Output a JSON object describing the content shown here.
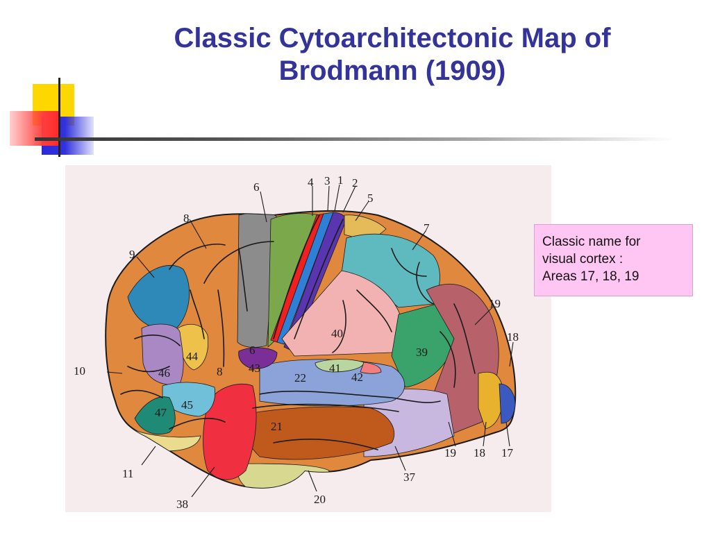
{
  "title": {
    "line1": "Classic Cytoarchitectonic Map of",
    "line2": "Brodmann (1909)"
  },
  "callout": {
    "line1": "Classic name for",
    "line2": "visual cortex :",
    "line3": "Areas 17, 18, 19"
  },
  "area_labels": {
    "a1": "1",
    "a2": "2",
    "a3": "3",
    "a4": "4",
    "a5": "5",
    "a6_top": "6",
    "a6_mid": "6",
    "a7": "7",
    "a8_top": "8",
    "a8_mid": "8",
    "a9": "9",
    "a10": "10",
    "a11": "11",
    "a17": "17",
    "a18_top": "18",
    "a18_bottom": "18",
    "a19_top": "19",
    "a19_bottom": "19",
    "a20": "20",
    "a21": "21",
    "a22": "22",
    "a37": "37",
    "a38": "38",
    "a39": "39",
    "a40": "40",
    "a41": "41",
    "a42": "42",
    "a43": "43",
    "a44": "44",
    "a45": "45",
    "a46": "46",
    "a47": "47"
  },
  "colors": {
    "title": "#333399",
    "callout_background": "#ffc6f4",
    "panel_background": "#f6ecee"
  }
}
